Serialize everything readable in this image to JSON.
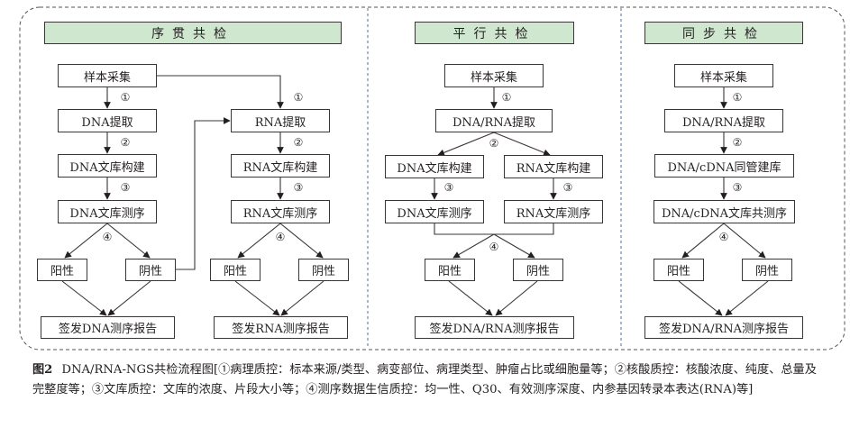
{
  "panels": [
    {
      "title": "序贯共检",
      "left": {
        "sample": "样本采集",
        "extract": "DNA提取",
        "library": "DNA文库构建",
        "sequencing": "DNA文库测序",
        "positive": "阳性",
        "negative": "阴性",
        "report": "签发DNA测序报告"
      },
      "right": {
        "extract": "RNA提取",
        "library": "RNA文库构建",
        "sequencing": "RNA文库测序",
        "positive": "阳性",
        "negative": "阴性",
        "report": "签发RNA测序报告"
      }
    },
    {
      "title": "平行共检",
      "sample": "样本采集",
      "extract": "DNA/RNA提取",
      "dna_library": "DNA文库构建",
      "rna_library": "RNA文库构建",
      "dna_sequencing": "DNA文库测序",
      "rna_sequencing": "RNA文库测序",
      "positive": "阳性",
      "negative": "阴性",
      "report": "签发DNA/RNA测序报告"
    },
    {
      "title": "同步共检",
      "sample": "样本采集",
      "extract": "DNA/RNA提取",
      "library": "DNA/cDNA同管建库",
      "sequencing": "DNA/cDNA文库共测序",
      "positive": "阳性",
      "negative": "阴性",
      "report": "签发DNA/RNA测序报告"
    }
  ],
  "steps": [
    "①",
    "②",
    "③",
    "④"
  ],
  "caption": {
    "figure_label": "图2",
    "text": "DNA/RNA-NGS共检流程图[①病理质控：标本来源/类型、病变部位、病理类型、肿瘤占比或细胞量等；②核酸质控：核酸浓度、纯度、总量及完整度等；③文库质控：文库的浓度、片段大小等；④测序数据生信质控：均一性、Q30、有效测序深度、内参基因转录本表达(RNA)等]"
  },
  "colors": {
    "header_fill": "#cfe6cf",
    "line": "#3a3536",
    "outer_border": "#555555",
    "divider": "#4a6fb5"
  }
}
